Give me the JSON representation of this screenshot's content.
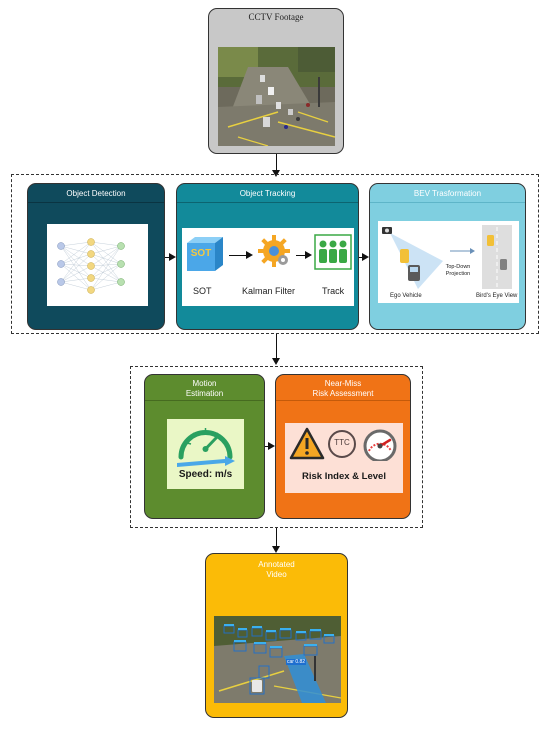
{
  "nodes": {
    "cctv": {
      "title": "CCTV Footage"
    },
    "detection": {
      "title": "Object Detection"
    },
    "tracking": {
      "title": "Object Tracking",
      "sot_box": "SOT",
      "sot": "SOT",
      "kalman": "Kalman Filter",
      "track": "Track"
    },
    "bev": {
      "title": "BEV Trasformation",
      "ego": "Ego Vehicle",
      "projection_line1": "Top-Down",
      "projection_line2": "Projection",
      "birds_eye": "Bird's Eye View"
    },
    "motion": {
      "title_line1": "Motion",
      "title_line2": "Estimation",
      "speed": "Speed: m/s"
    },
    "risk": {
      "title_line1": "Near-Miss",
      "title_line2": "Risk Assessment",
      "ttc": "TTC",
      "index": "Risk Index & Level"
    },
    "annotated": {
      "title_line1": "Annotated",
      "title_line2": "Video",
      "detection_label": "car 0.82"
    }
  },
  "colors": {
    "cctv_fill": "#c8c8c8",
    "detection_fill": "#0f4a5c",
    "tracking_fill": "#128a9a",
    "bev_fill": "#7fcfe0",
    "motion_fill": "#5d8c2e",
    "risk_fill": "#f07316",
    "annotated_fill": "#fbbb07"
  }
}
